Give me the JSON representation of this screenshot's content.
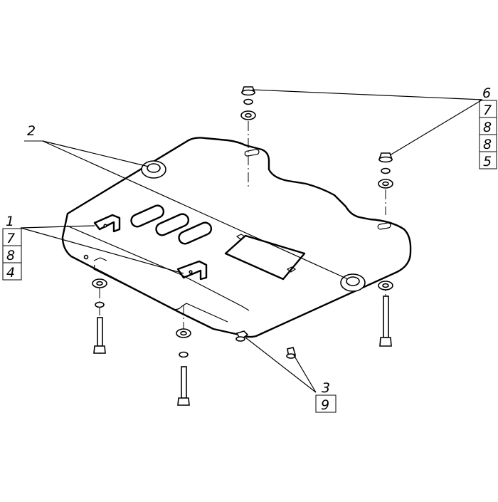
{
  "callouts": {
    "c1": [
      "1",
      "7",
      "8",
      "4"
    ],
    "c2": [
      "2"
    ],
    "c3": [
      "3",
      "9"
    ],
    "c6": [
      "6",
      "7",
      "8",
      "8",
      "5"
    ]
  },
  "colors": {
    "ink": "#000000",
    "paper": "#ffffff"
  }
}
